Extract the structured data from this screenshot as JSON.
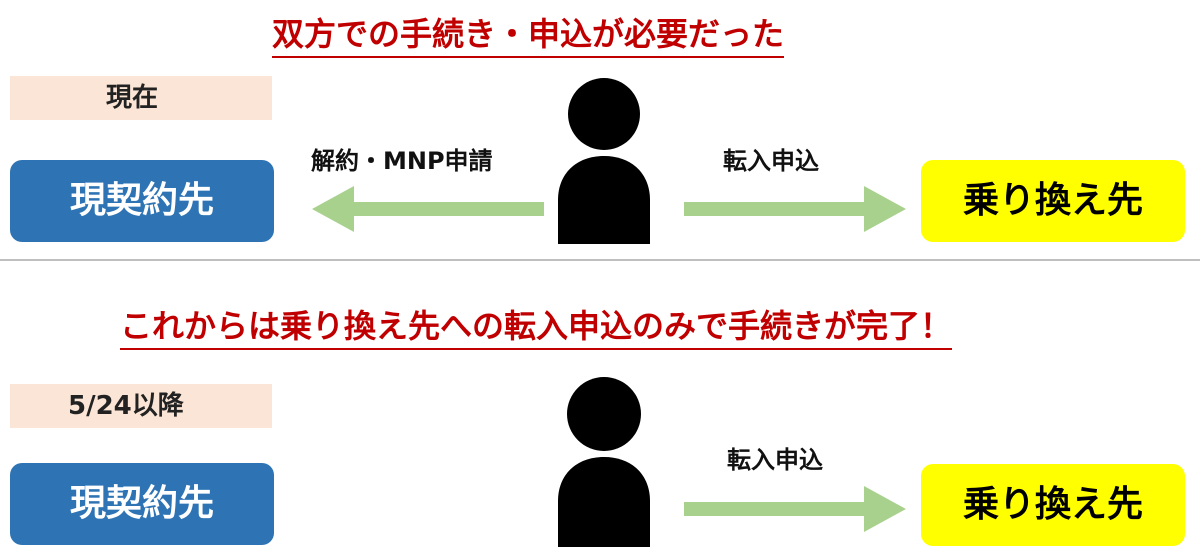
{
  "top": {
    "headline": "双方での手続き・申込が必要だった",
    "period_label": "現在",
    "current_carrier": "現契約先",
    "new_carrier": "乗り換え先",
    "cancel_label": "解約・MNP申請",
    "transfer_label": "転入申込"
  },
  "bottom": {
    "headline": "これからは乗り換え先への転入申込のみで手続きが完了！",
    "period_label": "5/24以降",
    "current_carrier": "現契約先",
    "new_carrier": "乗り換え先",
    "transfer_label": "転入申込"
  },
  "colors": {
    "headline": "#c00000",
    "current_box": "#2e74b5",
    "new_box": "#ffff00",
    "period_bg": "#fbe5d6",
    "arrow": "#a9d18e",
    "person": "#000000",
    "divider": "#bfbfbf"
  },
  "icons": {
    "person": "person-silhouette-icon",
    "arrow_left": "arrow-left-icon",
    "arrow_right": "arrow-right-icon"
  }
}
